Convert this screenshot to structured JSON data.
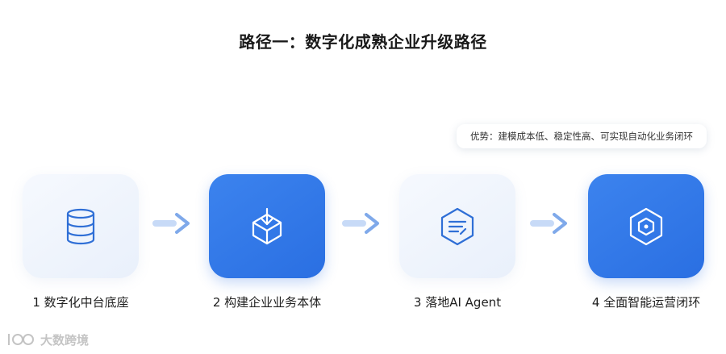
{
  "title": "路径一：数字化成熟企业升级路径",
  "advantage": "优势：建模成本低、稳定性高、可实现自动化业务闭环",
  "steps": [
    {
      "label": "1 数字化中台底座",
      "icon": "database-icon",
      "style": "light"
    },
    {
      "label": "2 构建企业业务本体",
      "icon": "download-box-icon",
      "style": "blue"
    },
    {
      "label": "3 落地AI Agent",
      "icon": "document-hexagon-icon",
      "style": "light"
    },
    {
      "label": "4 全面智能运营闭环",
      "icon": "hexagon-icon",
      "style": "blue"
    }
  ],
  "watermark": "大数跨境",
  "colors": {
    "accent": "#2a6fe2",
    "icon_outline": "#2f6fd6",
    "arrow": "#7fa9ea"
  }
}
